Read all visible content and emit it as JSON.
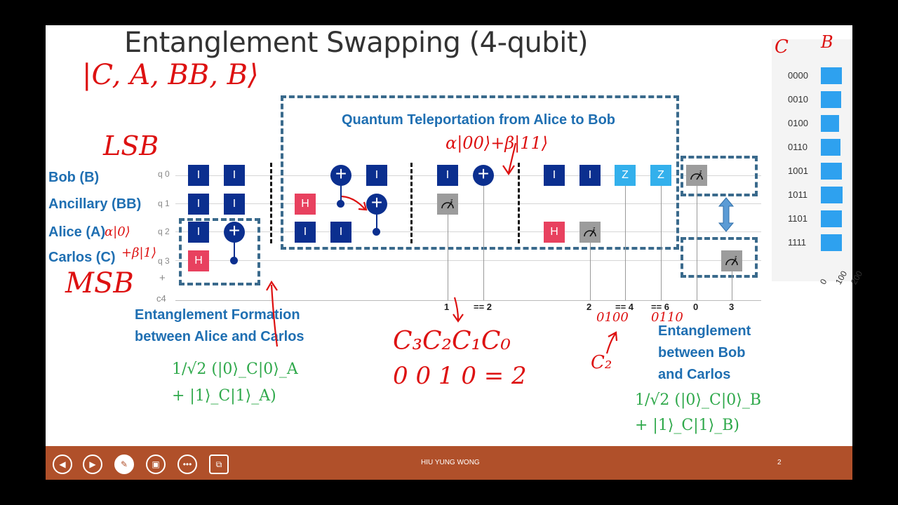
{
  "slide": {
    "title": "Entanglement Swapping (4-qubit)",
    "qubit_labels": [
      "Bob (B)",
      "Ancillary (BB)",
      "Alice (A)",
      "Carlos (C)"
    ],
    "register_labels": [
      "q 0",
      "q 1",
      "q 2",
      "q 3",
      "+",
      "c4"
    ],
    "section_teleport": "Quantum Teleportation from Alice to Bob",
    "section_formation_1": "Entanglement Formation",
    "section_formation_2": "between Alice and Carlos",
    "section_bc_1": "Entanglement",
    "section_bc_2": "between Bob",
    "section_bc_3": "and Carlos",
    "gate_labels": {
      "identity": "I",
      "hadamard": "H",
      "z": "Z",
      "cnot": "+"
    },
    "classical_bits": [
      "1",
      "== 2",
      "2",
      "== 4",
      "== 6",
      "0",
      "3"
    ],
    "formula_ac_1": "1/√2 (|0⟩_C|0⟩_A",
    "formula_ac_2": "+ |1⟩_C|1⟩_A)",
    "formula_bc_1": "1/√2 (|0⟩_C|0⟩_B",
    "formula_bc_2": "+ |1⟩_C|1⟩_B)"
  },
  "annotations": {
    "ket": "|C, A, BB, B⟩",
    "lsb": "LSB",
    "msb": "MSB",
    "alpha_beta": "α|00⟩+β|11⟩",
    "alice_state_1": "α|0⟩",
    "alice_state_2": "+β|1⟩",
    "cbits": "C₃C₂C₁C₀",
    "cbits_value": "0 0 1 0 = 2",
    "bin_1": "0100",
    "bin_2": "0110",
    "c2": "C₂",
    "hist_c": "C",
    "hist_b": "B"
  },
  "histogram": {
    "labels": [
      "0000",
      "0010",
      "0100",
      "0110",
      "1001",
      "1011",
      "1101",
      "1111"
    ],
    "values": [
      120,
      116,
      105,
      112,
      120,
      125,
      118,
      121
    ],
    "axis_ticks": [
      "0",
      "100",
      "200"
    ],
    "xlim": [
      0,
      200
    ]
  },
  "taskbar": {
    "author": "HIU YUNG WONG",
    "page": "2",
    "buttons": [
      "previous-icon",
      "next-icon",
      "pen-icon",
      "slides-icon",
      "more-icon",
      "screen-icon"
    ]
  },
  "colors": {
    "taskbar": "#b0502a",
    "label_blue": "#1f6fb2",
    "gate_blue": "#0b2f8f",
    "hadamard_pink": "#e8415f",
    "z_cyan": "#33b0ec",
    "formula_green": "#2ea84a",
    "ink_red": "#dd1111"
  }
}
